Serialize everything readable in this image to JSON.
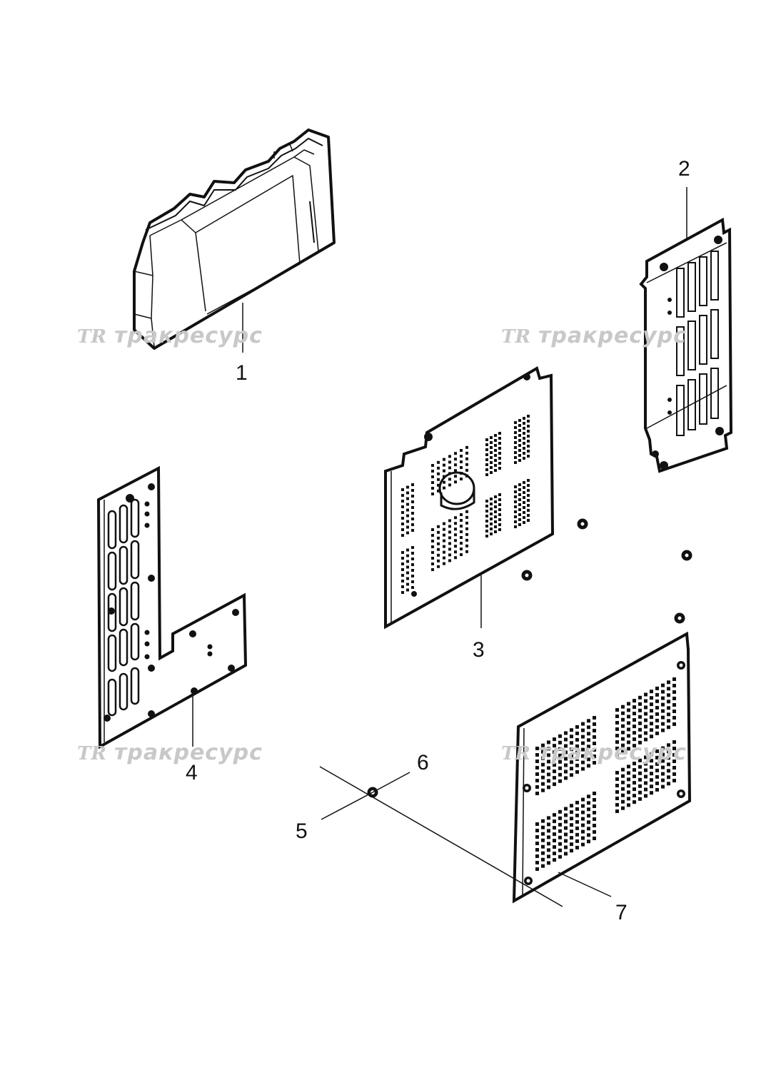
{
  "callouts": [
    "1",
    "2",
    "3",
    "4",
    "5",
    "6",
    "7"
  ],
  "watermark": {
    "logo": "TR",
    "text": "тракресурс"
  },
  "colors": {
    "line": "#111111",
    "watermark": "#c8c8c8",
    "background": "#ffffff"
  }
}
